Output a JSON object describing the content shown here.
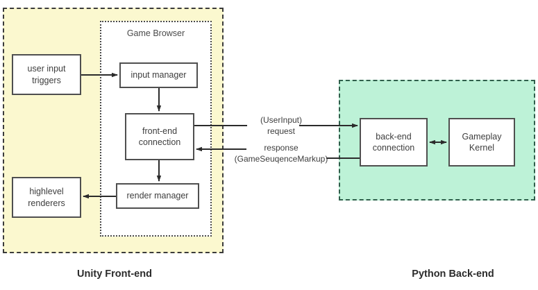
{
  "diagram": {
    "title": "Unity Front-end / Python Back-end architecture",
    "colors": {
      "frontend_fill": "#fbf8cf",
      "frontend_border": "#3b3b3b",
      "backend_fill": "#bdf2d7",
      "backend_border": "#2f5f4b",
      "node_fill": "#ffffff",
      "node_border": "#4f4f4f",
      "text": "#3d3d3d",
      "connector": "#2b2b2b"
    },
    "regions": [
      {
        "id": "frontend",
        "label": "",
        "style": "dashed",
        "fill": "#fbf8cf"
      },
      {
        "id": "game-browser",
        "label": "Game Browser",
        "style": "dotted",
        "fill": "#ffffff"
      },
      {
        "id": "backend",
        "label": "",
        "style": "dashed",
        "fill": "#bdf2d7"
      }
    ],
    "browser_title": "Game Browser",
    "nodes": {
      "user_input": "user input\ntriggers",
      "user_input_line1": "user input",
      "user_input_line2": "triggers",
      "input_manager": "input manager",
      "frontend_connection_line1": "front-end",
      "frontend_connection_line2": "connection",
      "render_manager": "render manager",
      "highlevel_line1": "highlevel",
      "highlevel_line2": "renderers",
      "backend_connection_line1": "back-end",
      "backend_connection_line2": "connection",
      "kernel_line1": "Gameplay",
      "kernel_line2": "Kernel"
    },
    "edge_labels": {
      "request_line1": "(UserInput)",
      "request_line2": "request",
      "response_line1": "response",
      "response_line2": "(GameSeuqenceMarkup)"
    },
    "captions": {
      "left": "Unity Front-end",
      "right": "Python Back-end"
    },
    "edges": [
      {
        "from": "user input triggers",
        "to": "input manager",
        "direction": "one-way"
      },
      {
        "from": "input manager",
        "to": "front-end connection",
        "direction": "one-way"
      },
      {
        "from": "front-end connection",
        "to": "back-end connection",
        "direction": "one-way",
        "label": "(UserInput) request"
      },
      {
        "from": "back-end connection",
        "to": "front-end connection",
        "direction": "one-way",
        "label": "response (GameSeuqenceMarkup)"
      },
      {
        "from": "front-end connection",
        "to": "render manager",
        "direction": "one-way"
      },
      {
        "from": "render manager",
        "to": "highlevel renderers",
        "direction": "one-way"
      },
      {
        "from": "back-end connection",
        "to": "Gameplay Kernel",
        "direction": "two-way"
      }
    ]
  }
}
